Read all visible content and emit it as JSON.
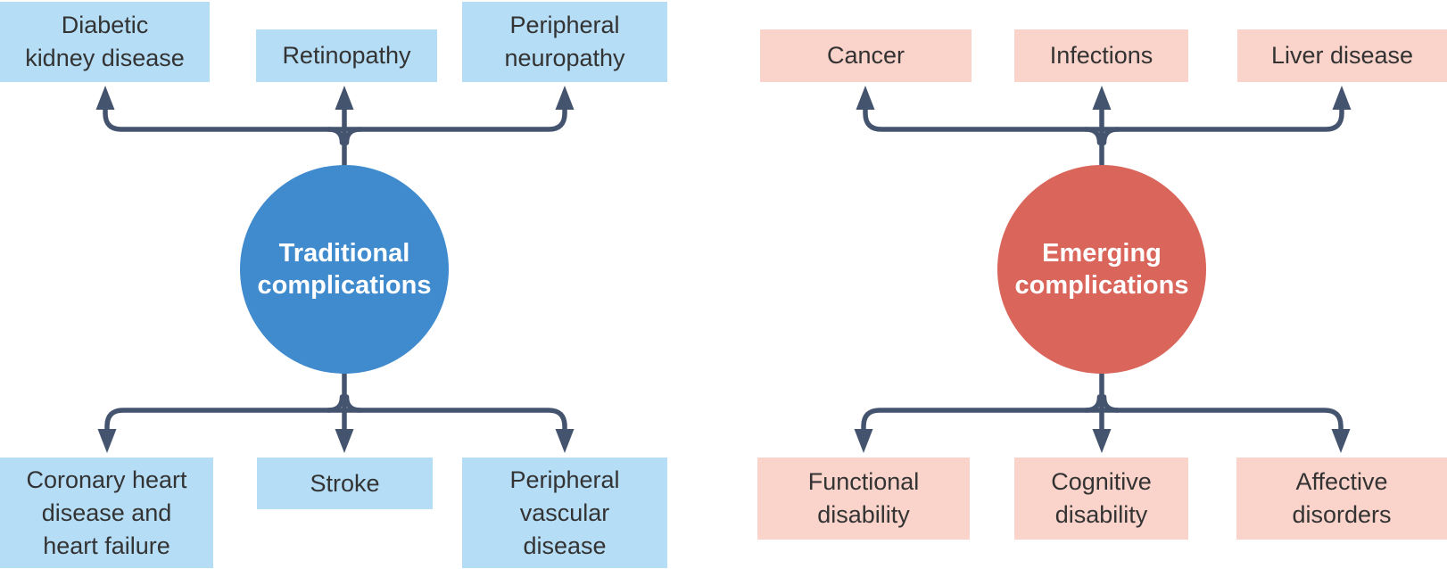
{
  "diagram": {
    "background": "#ffffff",
    "arrow_color": "#44546e",
    "text_color": "#333333",
    "groups": [
      {
        "name": "traditional",
        "circle": {
          "label": "Traditional\ncomplications",
          "color": "#3f8bce",
          "text_color": "#ffffff"
        },
        "box_color": "#b5ddf6",
        "top_boxes": [
          {
            "label": "Diabetic\nkidney disease"
          },
          {
            "label": "Retinopathy"
          },
          {
            "label": "Peripheral\nneuropathy"
          }
        ],
        "bottom_boxes": [
          {
            "label": "Coronary heart\ndisease and\nheart failure"
          },
          {
            "label": "Stroke"
          },
          {
            "label": "Peripheral\nvascular\ndisease"
          }
        ]
      },
      {
        "name": "emerging",
        "circle": {
          "label": "Emerging\ncomplications",
          "color": "#d9655b",
          "text_color": "#ffffff"
        },
        "box_color": "#fad3ca",
        "top_boxes": [
          {
            "label": "Cancer"
          },
          {
            "label": "Infections"
          },
          {
            "label": "Liver disease"
          }
        ],
        "bottom_boxes": [
          {
            "label": "Functional\ndisability"
          },
          {
            "label": "Cognitive\ndisability"
          },
          {
            "label": "Affective\ndisorders"
          }
        ]
      }
    ]
  }
}
